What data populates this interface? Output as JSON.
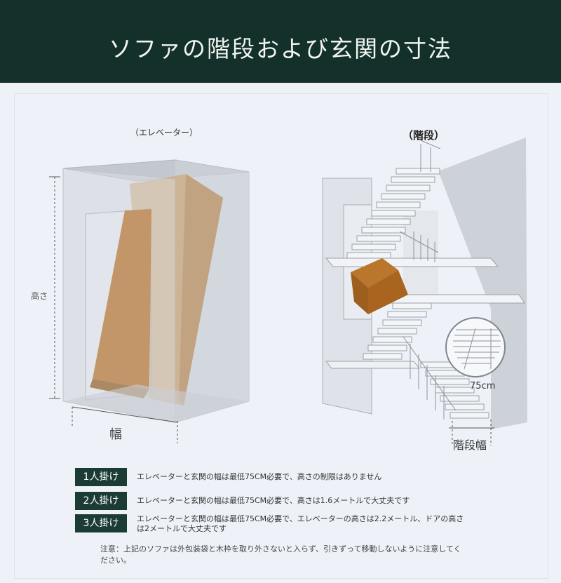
{
  "header": {
    "title": "ソファの階段および玄関の寸法"
  },
  "diagram": {
    "elevator_label": "（エレベーター）",
    "stairs_label": "（階段）",
    "height_label": "高さ",
    "width_label": "幅",
    "stair_width_label": "階段幅",
    "stair_measure": "75cm"
  },
  "rules": [
    {
      "badge": "1人掛け",
      "text": "エレベーターと玄関の幅は最低75CM必要で、高さの制限はありません"
    },
    {
      "badge": "2人掛け",
      "text": "エレベーターと玄関の幅は最低75CM必要で、高さは1.6メートルで大丈夫です"
    },
    {
      "badge": "3人掛け",
      "text": "エレベーターと玄関の幅は最低75CM必要で、エレベーターの高さは2.2メートル、ドアの高さは2メートルで大丈夫です"
    }
  ],
  "note": "注意：上記のソファは外包装袋と木枠を取り外さないと入らず、引きずって移動しないように注意してください。",
  "colors": {
    "header_bg": "#13302a",
    "badge_bg": "#1b3c35",
    "sofa_orange": "#b06a1f",
    "sofa_beige": "#c9ad8c"
  }
}
